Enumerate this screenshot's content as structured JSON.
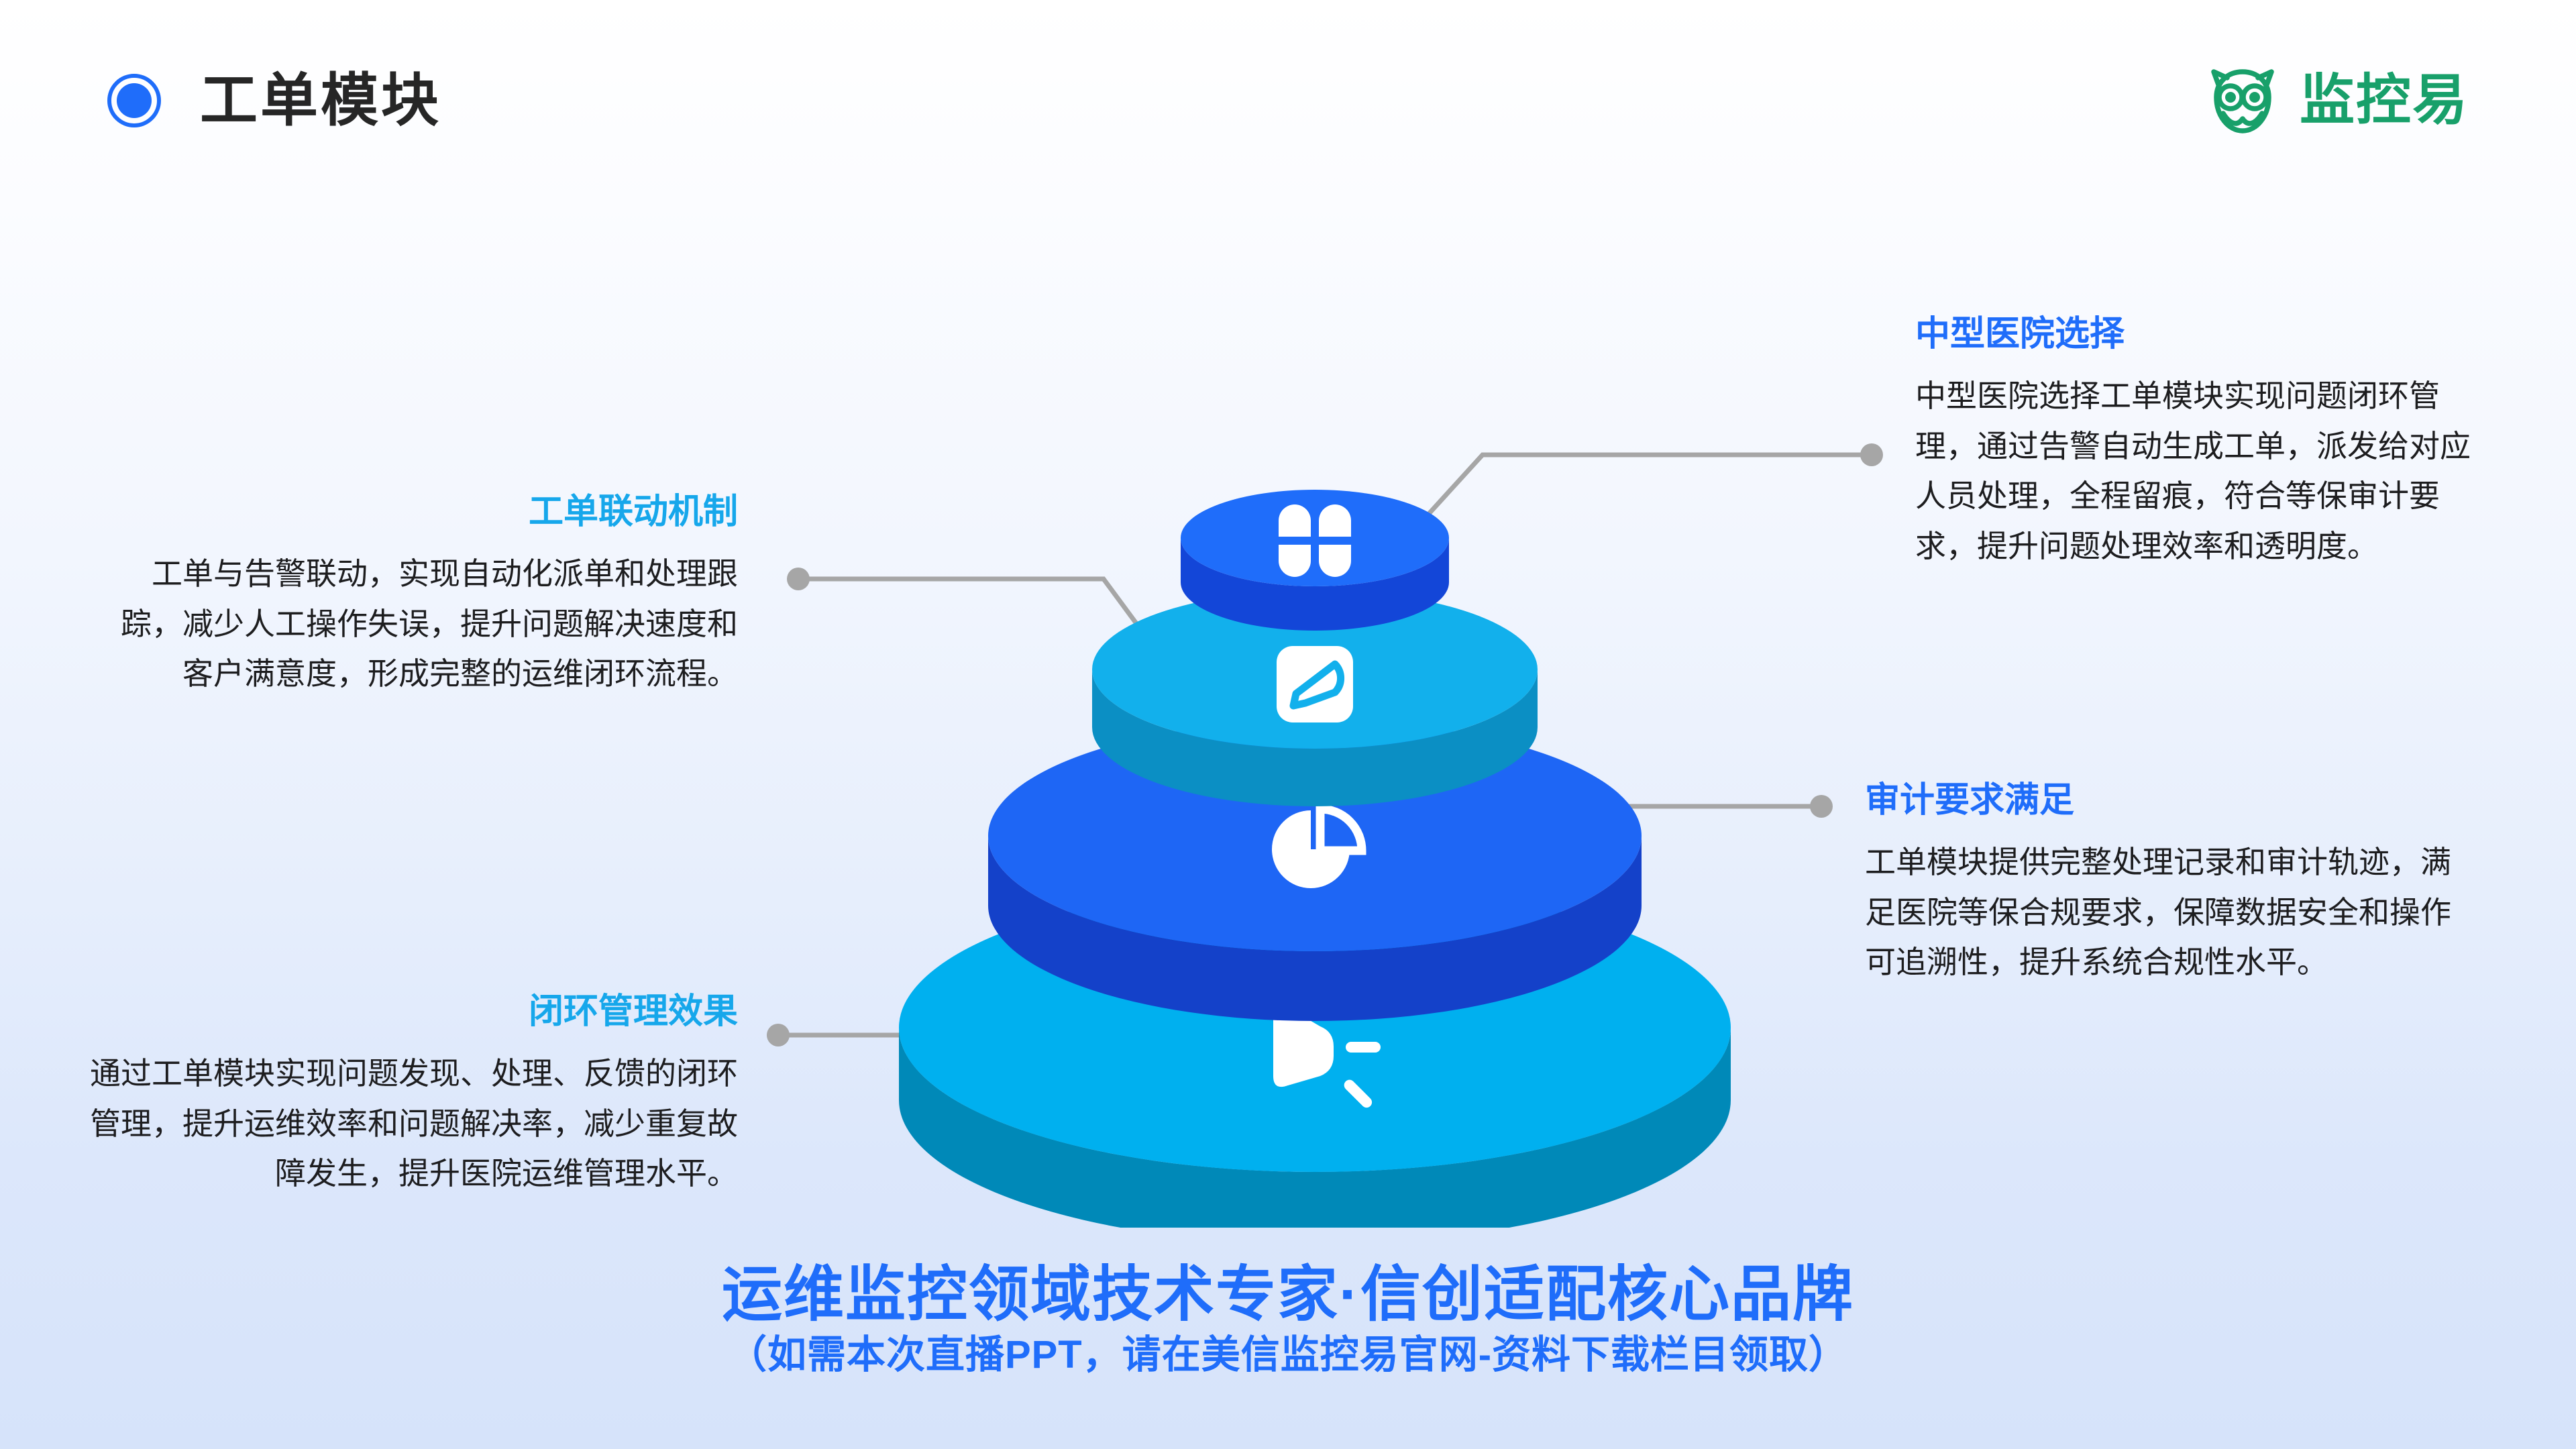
{
  "header": {
    "title": "工单模块",
    "bullet_icon": "filled-circle-ring-icon",
    "logo": {
      "icon": "owl-logo-icon",
      "text": "监控易",
      "color": "#18a06a"
    }
  },
  "theme": {
    "accent_blue": "#1f6dfa",
    "accent_cyan": "#16a7eb",
    "body_text": "#1d1d1f",
    "bg_top": "#ffffff",
    "bg_bottom": "#d6e3fa",
    "connector_gray": "#a6a6a6"
  },
  "diagram": {
    "type": "layered-3d-pyramid",
    "layers": [
      {
        "id": "layer-1",
        "position": "top",
        "icon": "four-petal-grid-icon",
        "top_color": "#1f6dfa",
        "side_color": "#1346d8"
      },
      {
        "id": "layer-2",
        "position": "upper-middle",
        "icon": "leaf-pen-square-icon",
        "top_color": "#12b0ec",
        "side_color": "#0b8fc4"
      },
      {
        "id": "layer-3",
        "position": "lower-middle",
        "icon": "pie-chart-icon",
        "top_color": "#1e66f5",
        "side_color": "#1441c9"
      },
      {
        "id": "layer-4",
        "position": "base",
        "icon": "speaker-announce-icon",
        "top_color": "#00b0ef",
        "side_color": "#0089b8"
      }
    ]
  },
  "callouts": [
    {
      "id": "callout-hospital-choice",
      "side": "right",
      "title": "中型医院选择",
      "title_color": "#1f6dfa",
      "body": "中型医院选择工单模块实现问题闭环管理，通过告警自动生成工单，派发给对应人员处理，全程留痕，符合等保审计要求，提升问题处理效率和透明度。"
    },
    {
      "id": "callout-audit-requirement",
      "side": "right",
      "title": "审计要求满足",
      "title_color": "#1f6dfa",
      "body": "工单模块提供完整处理记录和审计轨迹，满足医院等保合规要求，保障数据安全和操作可追溯性，提升系统合规性水平。"
    },
    {
      "id": "callout-linkage-mechanism",
      "side": "left",
      "title": "工单联动机制",
      "title_color": "#16a7eb",
      "body": "工单与告警联动，实现自动化派单和处理跟踪，减少人工操作失误，提升问题解决速度和客户满意度，形成完整的运维闭环流程。"
    },
    {
      "id": "callout-closed-loop-effect",
      "side": "left",
      "title": "闭环管理效果",
      "title_color": "#16a7eb",
      "body": "通过工单模块实现问题发现、处理、反馈的闭环管理，提升运维效率和问题解决率，减少重复故障发生，提升医院运维管理水平。"
    }
  ],
  "footer": {
    "line1": "运维监控领域技术专家·信创适配核心品牌",
    "line2": "（如需本次直播PPT，请在美信监控易官网-资料下载栏目领取）"
  }
}
